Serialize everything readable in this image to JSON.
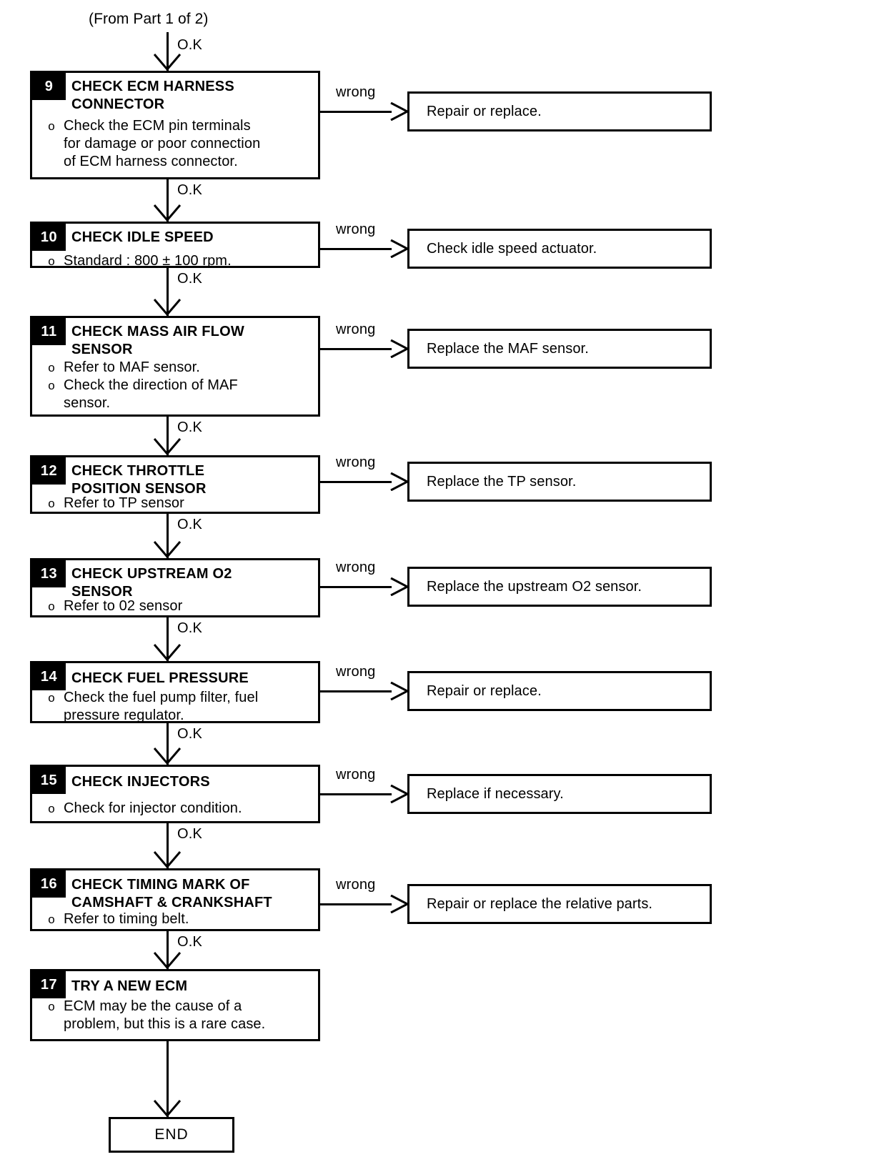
{
  "diagram": {
    "title_source": "(From Part 1 of 2)",
    "ok_label": "O.K",
    "wrong_label": "wrong",
    "end_label": "END",
    "bullet_glyph": "o",
    "colors": {
      "ink": "#000000",
      "paper": "#ffffff",
      "badge_bg": "#000000",
      "badge_fg": "#ffffff"
    },
    "steps": [
      {
        "number": "9",
        "title": "CHECK ECM HARNESS\nCONNECTOR",
        "items": [
          "Check the ECM pin terminals\nfor damage or poor connection\nof ECM harness connector."
        ],
        "result": "Repair or replace."
      },
      {
        "number": "10",
        "title": "CHECK IDLE SPEED",
        "items": [
          "Standard : 800 ± 100 rpm."
        ],
        "result": "Check idle speed actuator."
      },
      {
        "number": "11",
        "title": "CHECK MASS AIR FLOW\nSENSOR",
        "items": [
          "Refer to MAF sensor.",
          "Check the direction of MAF\nsensor."
        ],
        "result": "Replace the MAF sensor."
      },
      {
        "number": "12",
        "title": "CHECK THROTTLE\nPOSITION SENSOR",
        "items": [
          "Refer to TP sensor"
        ],
        "result": "Replace the TP sensor."
      },
      {
        "number": "13",
        "title": "CHECK UPSTREAM O2\nSENSOR",
        "items": [
          "Refer to 02 sensor"
        ],
        "result": "Replace the upstream O2 sensor."
      },
      {
        "number": "14",
        "title": "CHECK FUEL PRESSURE",
        "items": [
          "Check the fuel pump filter, fuel\npressure regulator."
        ],
        "result": "Repair or replace."
      },
      {
        "number": "15",
        "title": "CHECK INJECTORS",
        "items": [
          "Check for injector condition."
        ],
        "result": "Replace if necessary."
      },
      {
        "number": "16",
        "title": "CHECK TIMING MARK OF\nCAMSHAFT & CRANKSHAFT",
        "items": [
          "Refer to timing belt."
        ],
        "result": "Repair or replace the relative parts."
      },
      {
        "number": "17",
        "title": "TRY A NEW ECM",
        "items": [
          "ECM may be the cause of a\nproblem, but this is a rare case."
        ],
        "result": null
      }
    ]
  }
}
